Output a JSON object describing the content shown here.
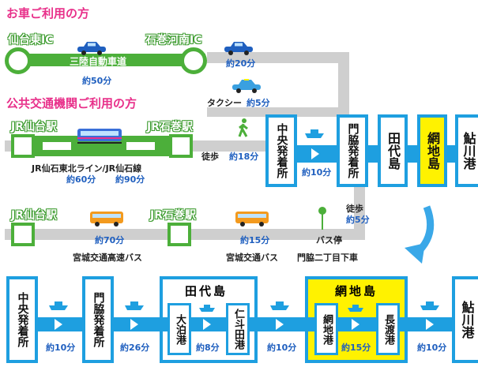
{
  "car_section": {
    "heading": "お車ご利用の方",
    "ic_sendai_higashi": "仙台東IC",
    "ic_ishinomaki_kanan": "石巻河南IC",
    "expressway": "三陸自動車道",
    "expressway_time": "約50分",
    "drive_time": "約20分"
  },
  "transit_section": {
    "heading": "公共交通機関ご利用の方",
    "taxi_label": "タクシー",
    "taxi_time": "約5分",
    "walk_label": "徒歩",
    "walk_time": "約18分",
    "jr_sendai": "JR仙台駅",
    "jr_ishinomaki": "JR石巻駅",
    "rail_line": "JR仙石東北ライン/JR仙石線",
    "rail_time_1": "約60分",
    "rail_time_2": "約90分",
    "jr_sendai_2": "JR仙台駅",
    "jr_ishinomaki_2": "JR石巻駅",
    "highway_bus_time": "約70分",
    "highway_bus": "宮城交通高速バス",
    "local_bus_time": "約15分",
    "local_bus": "宮城交通バス",
    "bus_stop": "バス停",
    "bus_stop_name": "門脇二丁目下車",
    "walk2_label": "徒歩",
    "walk2_time": "約5分"
  },
  "top_route": {
    "chuo": "中央発着所",
    "ferry_time": "約10分",
    "kadonowaki": "門脇発着所",
    "tashiro": "田代島",
    "ajishima": "網地島",
    "ayukawa": "鮎川港"
  },
  "bottom_route": {
    "chuo": "中央発着所",
    "t1": "約10分",
    "kadonowaki": "門脇発着所",
    "t2": "約26分",
    "tashiro_group": "田代島",
    "odomari": "大泊港",
    "t3": "約8分",
    "nitoda": "仁斗田港",
    "t4": "約10分",
    "ajishima_group": "網地島",
    "ajishima_port": "網地港",
    "t5": "約15分",
    "nagatsura": "長渡港",
    "t6": "約10分",
    "ayukawa": "鮎川港"
  },
  "colors": {
    "pink": "#e8308a",
    "green": "#4caf3a",
    "blue": "#1e9fe0",
    "yellow": "#fff200",
    "gray": "#cfcfcf"
  }
}
